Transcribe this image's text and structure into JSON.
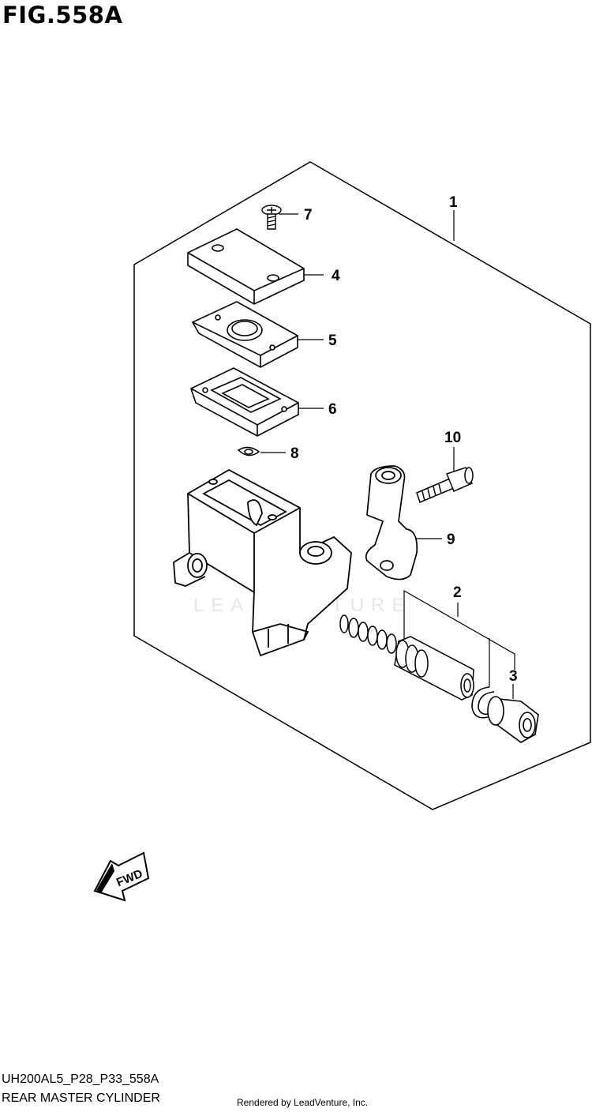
{
  "figure": {
    "title": "FIG.558A"
  },
  "callouts": {
    "c1": "1",
    "c2": "2",
    "c3": "3",
    "c4": "4",
    "c5": "5",
    "c6": "6",
    "c7": "7",
    "c8": "8",
    "c9": "9",
    "c10": "10"
  },
  "watermark": {
    "text": "LEADVENTURE"
  },
  "direction": {
    "label": "FWD"
  },
  "footer": {
    "model_code": "UH200AL5_P28_P33_558A",
    "diagram_name": "REAR MASTER CYLINDER",
    "credit": "Rendered by LeadVenture, Inc."
  }
}
